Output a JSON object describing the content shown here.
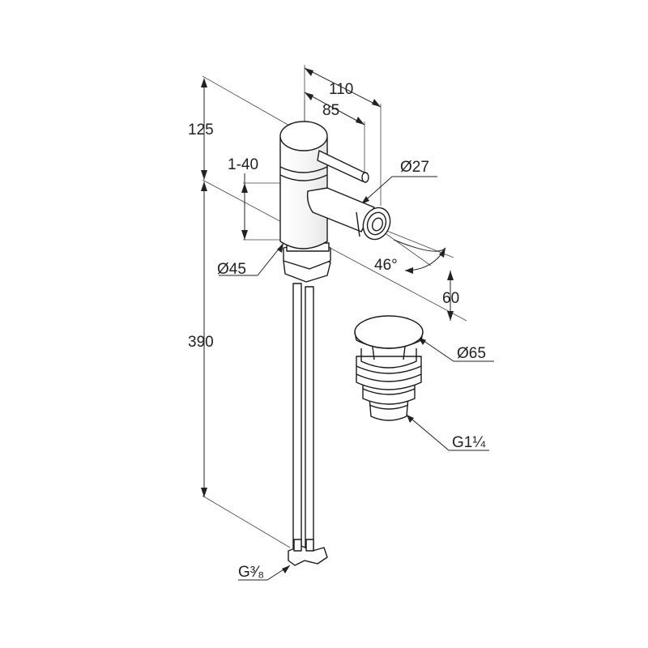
{
  "labels": {
    "height_top": "125",
    "width_overall": "110",
    "width_spout": "85",
    "lift_range": "1-40",
    "spout_diameter": "Ø27",
    "body_diameter": "Ø45",
    "spray_angle": "46°",
    "spout_height": "60",
    "height_bottom": "390",
    "waste_diameter": "Ø65",
    "waste_thread": "G1¼",
    "supply_thread": "G³⁄₈"
  }
}
